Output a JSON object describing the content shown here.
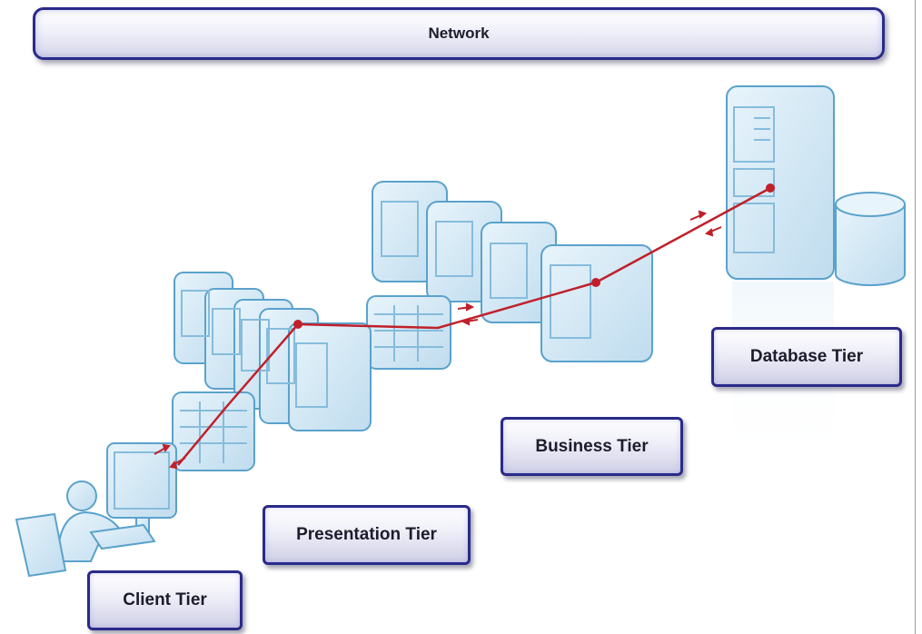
{
  "network": {
    "label": "Network"
  },
  "tiers": {
    "client": "Client Tier",
    "presentation": "Presentation Tier",
    "business": "Business Tier",
    "database": "Database Tier"
  },
  "colors": {
    "frame": "#2a2a8a",
    "server_fill": "#d2e8f4",
    "server_stroke": "#5aa2cc",
    "connection": "#c0202a"
  }
}
